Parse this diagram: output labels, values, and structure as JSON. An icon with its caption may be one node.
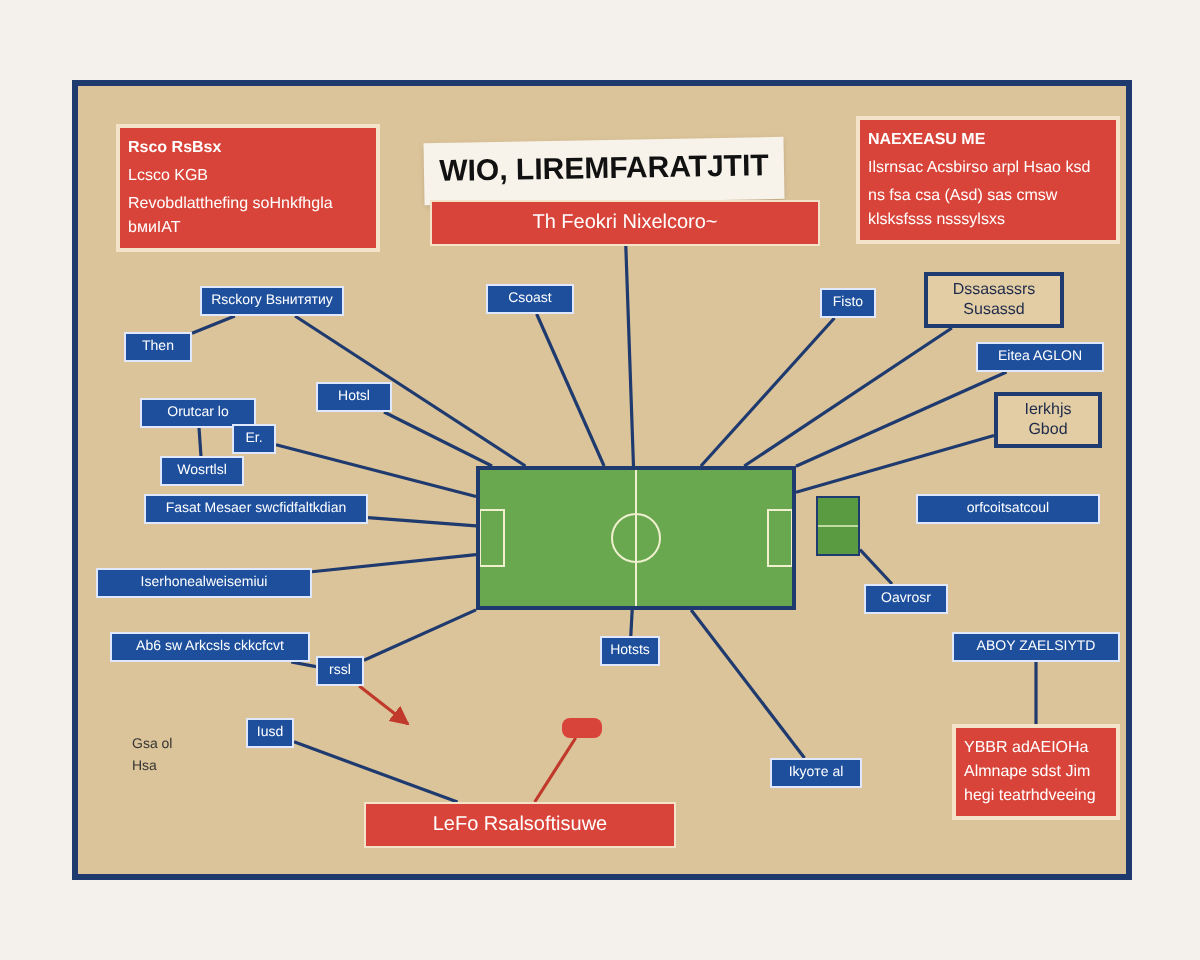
{
  "diagram": {
    "nodes": [
      {
        "text": [
          "WIO, LIREMFARATJTIT"
        ]
      },
      {
        "text": [
          "Th Feokri Nixelcoro~"
        ]
      },
      {
        "text": [
          "Rsco RsBsx",
          "Lcsco KGB",
          "Revobdlatthefing soHnkfhgla bмиIAT"
        ]
      },
      {
        "text": [
          "NAEXEASU ME",
          "Ilsrnsac Acsbirso arpl Hsao ksd",
          "ns fsa csa (Asd) sas cmsw klsksfsss nsssylsxs"
        ]
      },
      {
        "text": [
          "Rsckory Bsнитятиу"
        ]
      },
      {
        "text": [
          "Then"
        ]
      },
      {
        "text": [
          "Csoast"
        ]
      },
      {
        "text": [
          "Fisto"
        ]
      },
      {
        "text": [
          "Dssasassrs Susassd"
        ]
      },
      {
        "text": [
          "Eitea AGLON"
        ]
      },
      {
        "text": [
          "Hotsl"
        ]
      },
      {
        "text": [
          "Orutcar lo"
        ]
      },
      {
        "text": [
          "Er."
        ]
      },
      {
        "text": [
          "Wosrtlsl"
        ]
      },
      {
        "text": [
          "Fasat Mesaer swcfidfaltkdian"
        ]
      },
      {
        "text": [
          "Ierkhjs Gbod"
        ]
      },
      {
        "text": [],
        "shape": "picture"
      },
      {
        "text": [],
        "shape": "picture"
      },
      {
        "text": [
          "orfcoitsatcoul"
        ]
      },
      {
        "text": [
          "Iserhonealweisemiui"
        ]
      },
      {
        "text": [
          "Hotsts"
        ]
      },
      {
        "text": [
          "Oavrosr"
        ]
      },
      {
        "text": [
          "Ab6 sw Arkcsls ckkcfcvt"
        ]
      },
      {
        "text": [
          "rssl"
        ]
      },
      {
        "text": [
          "ABOY ZAELSIYTD"
        ]
      },
      {
        "text": [
          "Iusd"
        ]
      },
      {
        "text": [],
        "shape": "bar"
      },
      {
        "text": [
          "LeFo Rsalsoftisuwe"
        ]
      },
      {
        "text": [
          "Ikyoтe al"
        ]
      },
      {
        "text": [
          "YBBR adAEIOHa Almnape sdst Jim hegi teatrhdveeing"
        ]
      }
    ],
    "edges": [
      {
        "from": 1,
        "to": 16,
        "arrow": "none"
      },
      {
        "from": 6,
        "to": 16,
        "arrow": "none"
      },
      {
        "from": 4,
        "to": 16,
        "arrow": "none"
      },
      {
        "from": 10,
        "to": 16,
        "arrow": "none"
      },
      {
        "from": 7,
        "to": 16,
        "arrow": "none"
      },
      {
        "from": 8,
        "to": 16,
        "arrow": "none"
      },
      {
        "from": 9,
        "to": 16,
        "arrow": "none"
      },
      {
        "from": 11,
        "to": 13,
        "arrow": "none"
      },
      {
        "from": 12,
        "to": 16,
        "arrow": "none"
      },
      {
        "from": 14,
        "to": 16,
        "arrow": "none"
      },
      {
        "from": 19,
        "to": 16,
        "arrow": "none"
      },
      {
        "from": 20,
        "to": 16,
        "arrow": "none"
      },
      {
        "from": 21,
        "to": 17,
        "arrow": "none"
      },
      {
        "from": 15,
        "to": 16,
        "arrow": "none"
      },
      {
        "from": 22,
        "to": 23,
        "arrow": "none"
      },
      {
        "from": 23,
        "to": 16,
        "arrow": "none"
      },
      {
        "from": 25,
        "to": 27,
        "arrow": "none"
      },
      {
        "from": 23,
        "to": null,
        "arrow": "to",
        "color": "#c0392b"
      },
      {
        "from": 26,
        "to": 27,
        "arrow": "none",
        "color": "#c0392b"
      },
      {
        "from": 24,
        "to": 29,
        "arrow": "none"
      },
      {
        "from": 28,
        "to": 16,
        "arrow": "none"
      },
      {
        "from": 5,
        "to": 4,
        "arrow": "none"
      }
    ],
    "labels": [
      "Gsa ol Hsa"
    ]
  }
}
